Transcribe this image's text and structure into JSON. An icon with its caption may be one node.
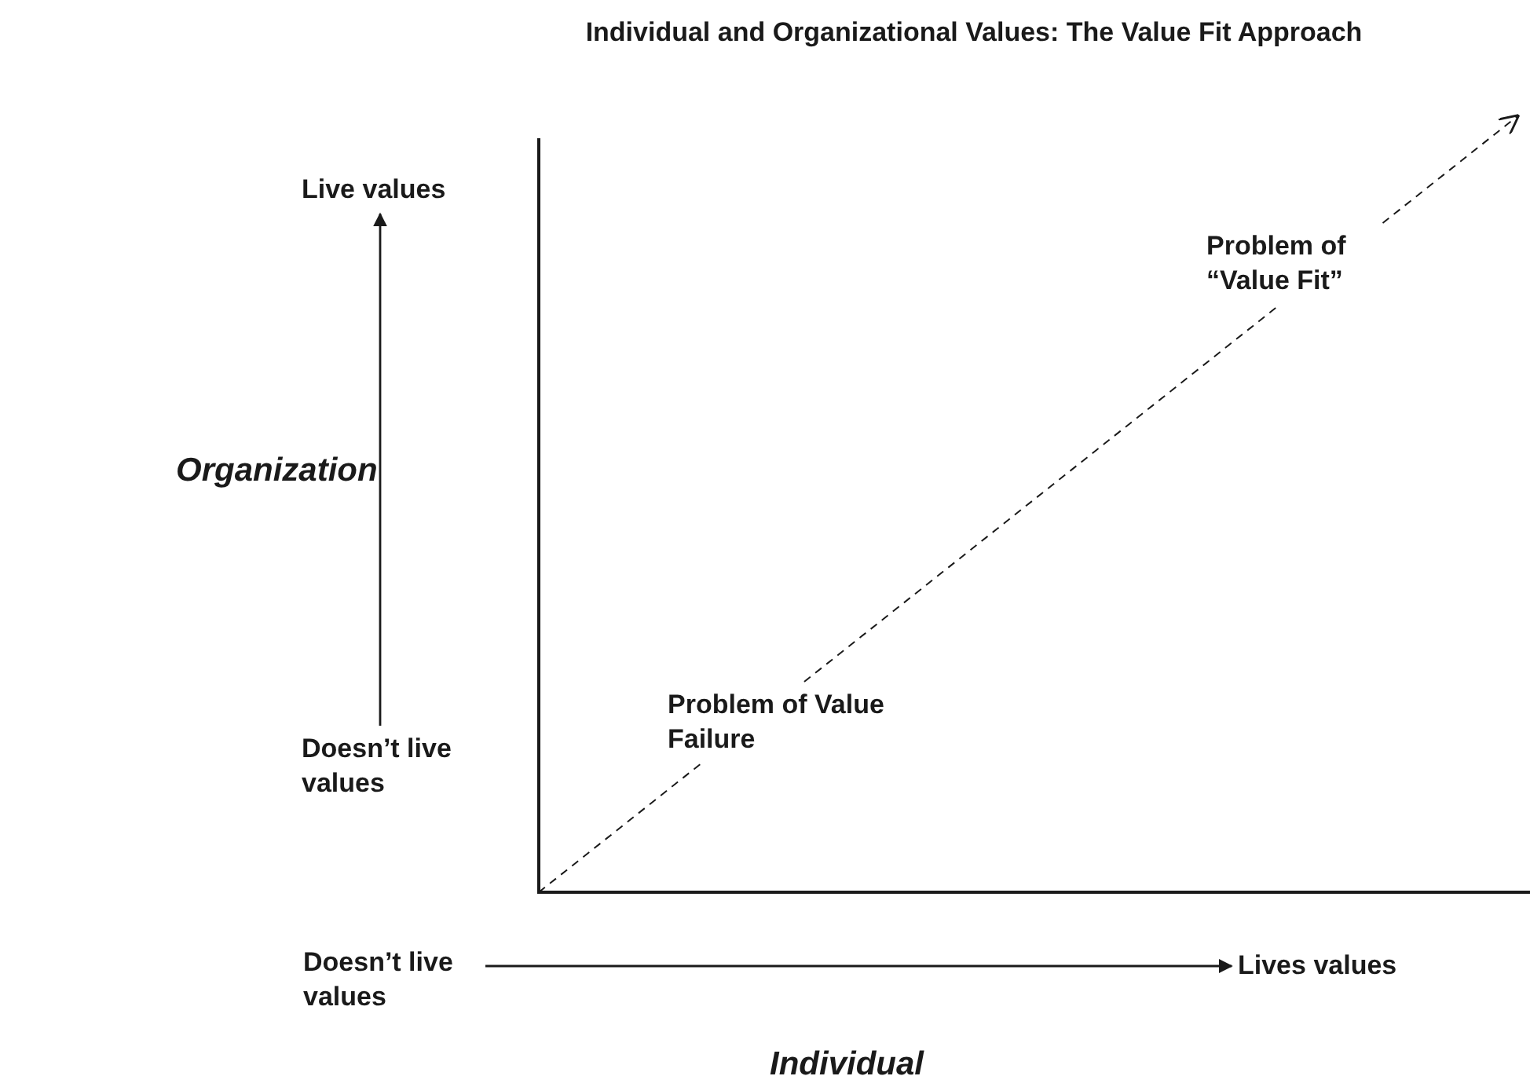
{
  "diagram": {
    "title": "Individual and Organizational Values: The Value Fit Approach",
    "nodes": [
      {
        "text": [
          "Live values"
        ]
      },
      {
        "text": [
          "Doesn’t live values"
        ]
      },
      {
        "text": [
          "Problem of Value Failure"
        ]
      },
      {
        "text": [
          "Problem of “Value Fit”"
        ]
      },
      {
        "text": [
          "Doesn’t live values"
        ]
      },
      {
        "text": [
          "Lives values"
        ]
      }
    ],
    "edges": [
      {
        "from": 1,
        "to": 0,
        "arrow": "to"
      },
      {
        "from": 4,
        "to": 5,
        "arrow": "to"
      },
      {
        "from": null,
        "to": 2,
        "arrow": "none",
        "style": "dashed"
      },
      {
        "from": 2,
        "to": 3,
        "arrow": "none",
        "style": "dashed"
      },
      {
        "from": 3,
        "to": null,
        "arrow": "to",
        "style": "dashed"
      }
    ],
    "labels": [
      "Organization",
      "Individual"
    ]
  }
}
